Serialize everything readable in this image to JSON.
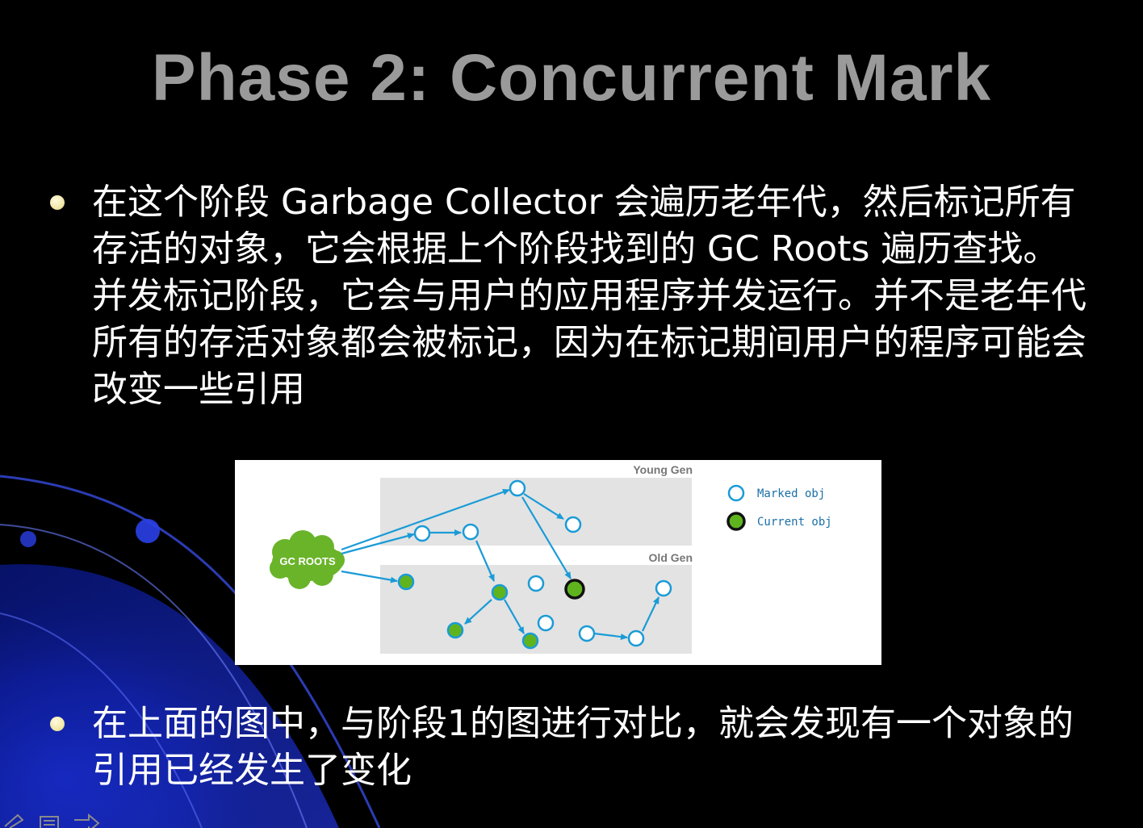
{
  "slide": {
    "title": "Phase 2: Concurrent Mark",
    "bullets": [
      "在这个阶段 Garbage Collector 会遍历老年代，然后标记所有存活的对象，它会根据上个阶段找到的 GC Roots 遍历查找。并发标记阶段，它会与用户的应用程序并发运行。并不是老年代所有的存活对象都会被标记，因为在标记期间用户的程序可能会改变一些引用",
      "在上面的图中，与阶段1的图进行对比，就会发现有一个对象的引用已经发生了变化"
    ]
  },
  "figure": {
    "young_gen_label": "Young Gen",
    "old_gen_label": "Old Gen",
    "gc_roots_label": "GC ROOTS",
    "legend": {
      "marked": "Marked obj",
      "current": "Current obj"
    }
  },
  "colors": {
    "title": "#9a9a9a",
    "text": "#ffffff",
    "marked_obj_stroke": "#1a9bd7",
    "current_obj_fill": "#5fb41e",
    "gen_region": "#e3e3e3"
  }
}
